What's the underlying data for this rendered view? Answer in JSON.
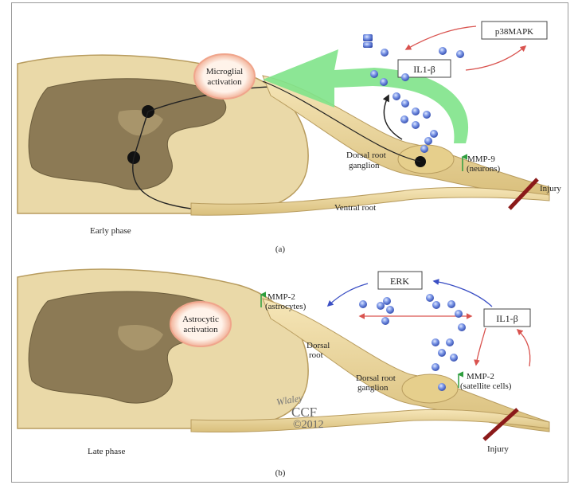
{
  "panel_a": {
    "label_microglial_1": "Microglial",
    "label_microglial_2": "activation",
    "label_il1": "IL1-β",
    "label_p38": "p38MAPK",
    "label_drg_1": "Dorsal root",
    "label_drg_2": "ganglion",
    "label_mmp_1": "MMP-9",
    "label_mmp_2": "(neurons)",
    "label_injury": "Injury",
    "label_ventral": "Ventral root",
    "label_phase": "Early phase",
    "caption": "(a)"
  },
  "panel_b": {
    "label_astro_1": "Astrocytic",
    "label_astro_2": "activation",
    "label_mmp2a_1": "MMP-2",
    "label_mmp2a_2": "(astrocytes)",
    "label_erk": "ERK",
    "label_il1": "IL1-β",
    "label_dorsal_1": "Dorsal",
    "label_dorsal_2": "root",
    "label_drg_1": "Dorsal root",
    "label_drg_2": "ganglion",
    "label_mmp2s_1": "MMP-2",
    "label_mmp2s_2": "(satellite cells)",
    "label_injury": "Injury",
    "label_phase": "Late phase",
    "caption": "(b)"
  },
  "signature": {
    "artist": "Wlaley",
    "org": "CCF",
    "copyright": "©2012"
  },
  "colors": {
    "cord_outer": "#e8d6a6",
    "cord_grey": "#8a7a56",
    "nerve": "#e9d59c",
    "green_arrow": "#7fe38a",
    "red_arrow": "#d9534f",
    "blue_arrow": "#3b4fc4",
    "particle": "#4f6fd6",
    "activation_ring": "#f2b8a0",
    "injury_bar": "#8b1a1a"
  }
}
